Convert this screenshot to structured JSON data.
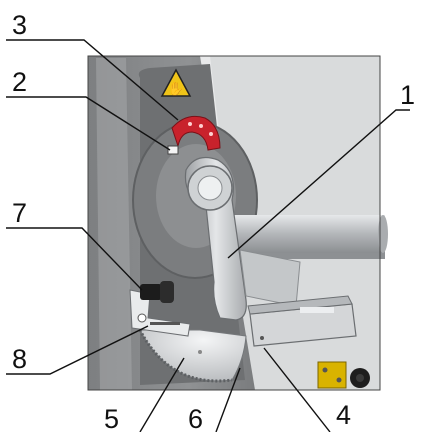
{
  "figure": {
    "subject": "machine guard assembly with numbered parts",
    "callouts": [
      {
        "id": "1",
        "label": "1"
      },
      {
        "id": "2",
        "label": "2"
      },
      {
        "id": "3",
        "label": "3"
      },
      {
        "id": "4",
        "label": "4"
      },
      {
        "id": "5",
        "label": "5"
      },
      {
        "id": "6",
        "label": "6"
      },
      {
        "id": "7",
        "label": "7"
      },
      {
        "id": "8",
        "label": "8"
      }
    ],
    "warning_icon": "warning-hand-icon",
    "colors": {
      "housing": "#8a8c8e",
      "inner_panel": "#6f7173",
      "red_collar": "#c8222c",
      "yellow_switch": "#d9b300",
      "arm_metal": "#cfd2d4",
      "shaft_metal": "#b9bcbf"
    }
  }
}
